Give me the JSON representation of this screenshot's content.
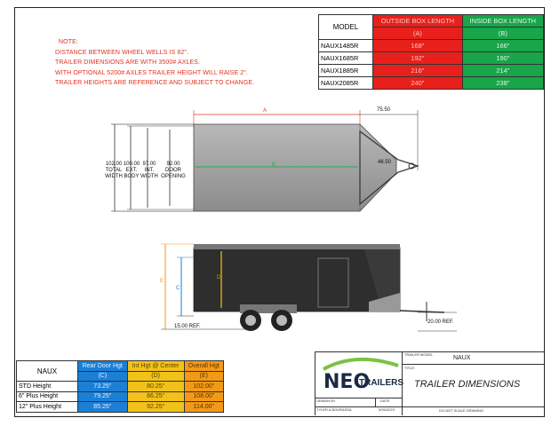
{
  "notes": {
    "lines": [
      "NOTE:",
      "DISTANCE BETWEEN WHEEL WELLS IS 82\".",
      "TRAILER DIMENSIONS ARE WITH 3500# AXLES.",
      "WITH OPTIONAL 5200# AXLES TRAILER HEIGHT WILL RAISE 2\".",
      "TRAILER HEIGHTS ARE REFERENCE AND SUBJECT TO CHANGE."
    ]
  },
  "model_table": {
    "header_model": "MODEL",
    "header_outside": "OUTSIDE BOX LENGTH",
    "header_outside_sub": "(A)",
    "header_inside": "INSIDE BOX LENGTH",
    "header_inside_sub": "(B)",
    "rows": [
      {
        "model": "NAUX1485R",
        "outside": "168\"",
        "inside": "166\""
      },
      {
        "model": "NAUX1685R",
        "outside": "192\"",
        "inside": "190\""
      },
      {
        "model": "NAUX1885R",
        "outside": "216\"",
        "inside": "214\""
      },
      {
        "model": "NAUX2085R",
        "outside": "240\"",
        "inside": "238\""
      }
    ],
    "colors": {
      "outside": "#e8201c",
      "inside": "#19a54a"
    }
  },
  "top_view": {
    "dim_a": "A",
    "dim_b": "B",
    "tongue": "75.50",
    "tongue_width": "46.50",
    "widths": [
      {
        "value": "102.00",
        "line1": "TOTAL",
        "line2": "WIDTH"
      },
      {
        "value": "100.00",
        "line1": "EXT.",
        "line2": "BODY"
      },
      {
        "value": "97.00",
        "line1": "INT.",
        "line2": "WIDTH"
      },
      {
        "value": "92.00",
        "line1": "DOOR",
        "line2": "OPENING"
      }
    ]
  },
  "side_view": {
    "dim_c": "C",
    "dim_d": "D",
    "dim_e": "E",
    "ground_ref": "15.00 REF.",
    "tongue_ref": "20.00 REF."
  },
  "height_table": {
    "series": "NAUX",
    "header_c": "Rear Door Hgt",
    "header_c_sub": "(C)",
    "header_d": "Int Hgt @ Center",
    "header_d_sub": "(D)",
    "header_e": "Overall Hgt",
    "header_e_sub": "(E)",
    "rows": [
      {
        "label": "STD Height",
        "c": "73.25\"",
        "d": "80.25\"",
        "e": "102.00\""
      },
      {
        "label": "6\" Plus Height",
        "c": "79.25\"",
        "d": "86.25\"",
        "e": "108.00\""
      },
      {
        "label": "12\" Plus Height",
        "c": "85.25\"",
        "d": "92.25\"",
        "e": "114.00\""
      }
    ],
    "colors": {
      "c": "#1b7fd6",
      "d": "#f2c21b",
      "e": "#f29a17"
    }
  },
  "title_block": {
    "logo_word": "NEO",
    "logo_sub": "TRAILERS",
    "trailer_model_label": "TRAILER MODEL",
    "trailer_model": "NAUX",
    "title_label": "TITLE:",
    "title": "TRAILER DIMENSIONS",
    "drawn_by_label": "DRAWN BY",
    "drawn_by": "TYLER A BOURASSA",
    "date_label": "DATE",
    "date": "5/26/2023",
    "scale_note": "DO NOT SCALE DRAWING"
  }
}
